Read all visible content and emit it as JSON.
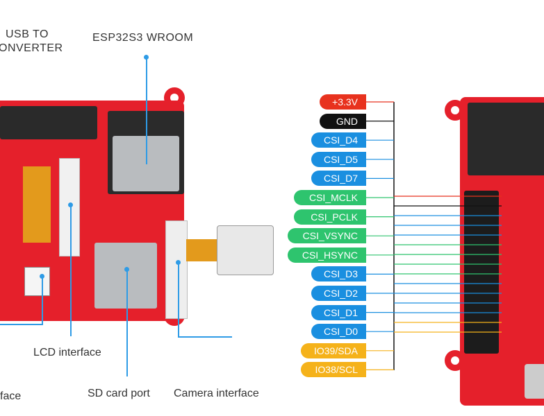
{
  "left_figure": {
    "usb_label_line1": "USB TO",
    "usb_label_line2": "ONVERTER",
    "esp_label": "ESP32S3 WROOM",
    "lcd_label": "LCD interface",
    "partial_label": "face",
    "sd_label": "SD card port",
    "camera_label": "Camera interface"
  },
  "pinout": [
    {
      "label": "+3.3V",
      "color": "#e8321e"
    },
    {
      "label": "GND",
      "color": "#111111"
    },
    {
      "label": "CSI_D4",
      "color": "#1a8fe0"
    },
    {
      "label": "CSI_D5",
      "color": "#1a8fe0"
    },
    {
      "label": "CSI_D7",
      "color": "#1a8fe0"
    },
    {
      "label": "CSI_MCLK",
      "color": "#2ec46e"
    },
    {
      "label": "CSI_PCLK",
      "color": "#2ec46e"
    },
    {
      "label": "CSI_VSYNC",
      "color": "#2ec46e"
    },
    {
      "label": "CSI_HSYNC",
      "color": "#2ec46e"
    },
    {
      "label": "CSI_D3",
      "color": "#1a8fe0"
    },
    {
      "label": "CSI_D2",
      "color": "#1a8fe0"
    },
    {
      "label": "CSI_D1",
      "color": "#1a8fe0"
    },
    {
      "label": "CSI_D0",
      "color": "#1a8fe0"
    },
    {
      "label": "IO39/SDA",
      "color": "#f5b21a"
    },
    {
      "label": "IO38/SCL",
      "color": "#f5b21a"
    }
  ]
}
